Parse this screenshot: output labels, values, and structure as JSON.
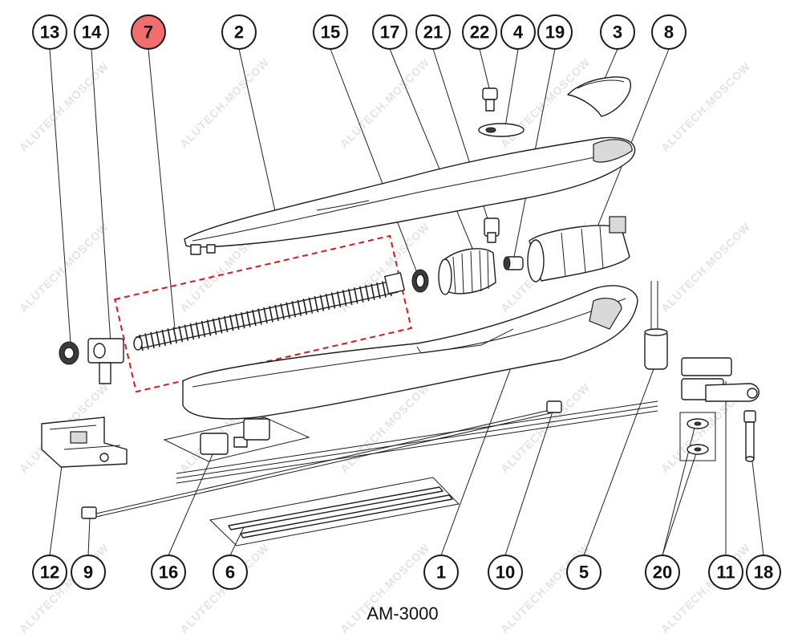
{
  "model_label": "AM-3000",
  "watermark_text": "ALUTECH.MOSCOW",
  "highlight_color": "#f26d6d",
  "highlight_frame_color": "#e0161b",
  "callouts": {
    "c13": "13",
    "c14": "14",
    "c7": "7",
    "c2": "2",
    "c15": "15",
    "c17": "17",
    "c21": "21",
    "c22": "22",
    "c4": "4",
    "c19": "19",
    "c3": "3",
    "c8": "8",
    "c12": "12",
    "c9": "9",
    "c16": "16",
    "c6": "6",
    "c1": "1",
    "c10": "10",
    "c5": "5",
    "c20": "20",
    "c11": "11",
    "c18": "18"
  },
  "highlighted_part": "7"
}
